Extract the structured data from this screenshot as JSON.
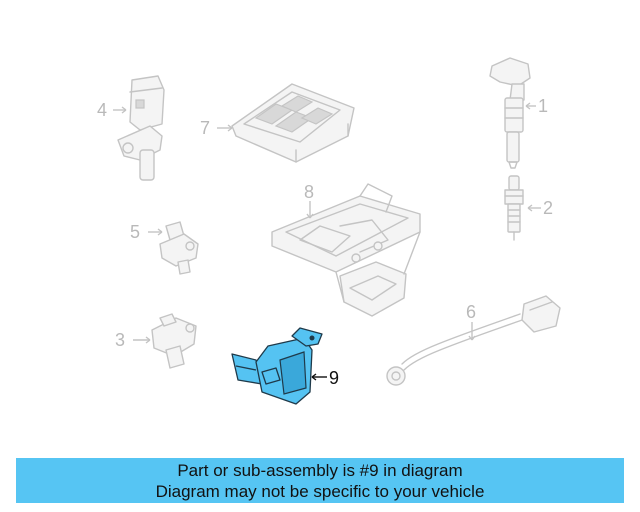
{
  "diagram": {
    "highlight_color": "#55c3f2",
    "callouts": [
      {
        "id": "1",
        "label": "1"
      },
      {
        "id": "2",
        "label": "2"
      },
      {
        "id": "3",
        "label": "3"
      },
      {
        "id": "4",
        "label": "4"
      },
      {
        "id": "5",
        "label": "5"
      },
      {
        "id": "6",
        "label": "6"
      },
      {
        "id": "7",
        "label": "7"
      },
      {
        "id": "8",
        "label": "8"
      },
      {
        "id": "9",
        "label": "9"
      }
    ],
    "highlighted_part": "9"
  },
  "banner": {
    "line1": "Part or sub-assembly is #9 in diagram",
    "line2": "Diagram may not be specific to your vehicle",
    "background": "#56c5f3"
  }
}
